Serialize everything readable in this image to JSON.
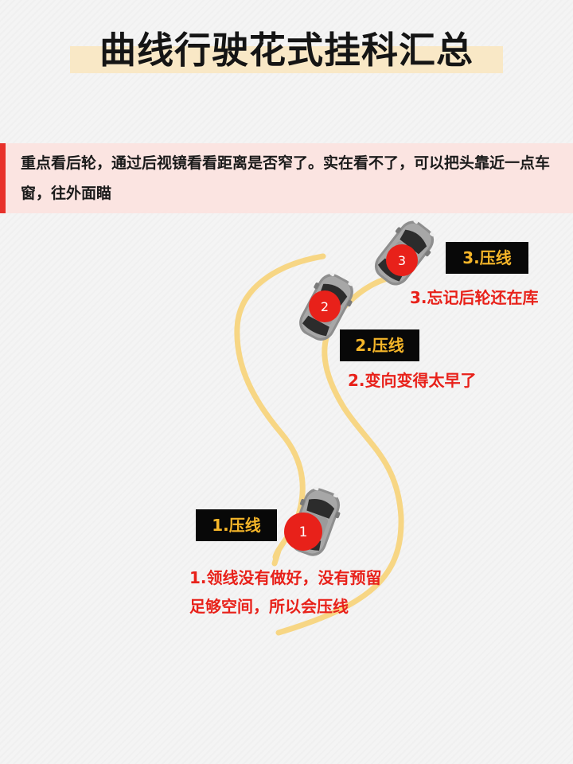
{
  "title": "曲线行驶花式挂科汇总",
  "tip": "重点看后轮，通过后视镜看看距离是否窄了。实在看不了，可以把头靠近一点车窗，往外面瞄",
  "markers": [
    {
      "number": "1",
      "label": "1.压线",
      "note": "1.领线没有做好，没有预留足够空间，所以会压线"
    },
    {
      "number": "2",
      "label": "2.压线",
      "note": "2.变向变得太早了"
    },
    {
      "number": "3",
      "label": "3.压线",
      "note": "3.忘记后轮还在库"
    }
  ],
  "colors": {
    "lane_line": "#f7d684",
    "marker_red": "#e8211a",
    "label_text": "#f6b629",
    "label_bg": "#080808",
    "tip_bar": "#e8312a",
    "tip_bg": "#fbe4e1",
    "title_highlight": "#f9e8c6"
  }
}
